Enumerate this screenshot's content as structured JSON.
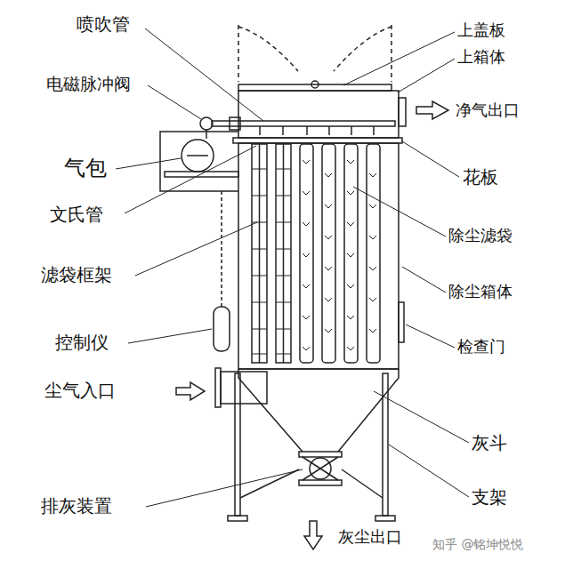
{
  "diagram": {
    "labels": [
      "喷吹管",
      "电磁脉冲阀",
      "气包",
      "文氏管",
      "滤袋框架",
      "控制仪",
      "尘气入口",
      "排灰装置",
      "上盖板",
      "上箱体",
      "净气出口",
      "花板",
      "除尘滤袋",
      "除尘箱体",
      "检查门",
      "灰斗",
      "支架",
      "灰尘出口",
      "知乎 @铭坤悦悦"
    ]
  }
}
